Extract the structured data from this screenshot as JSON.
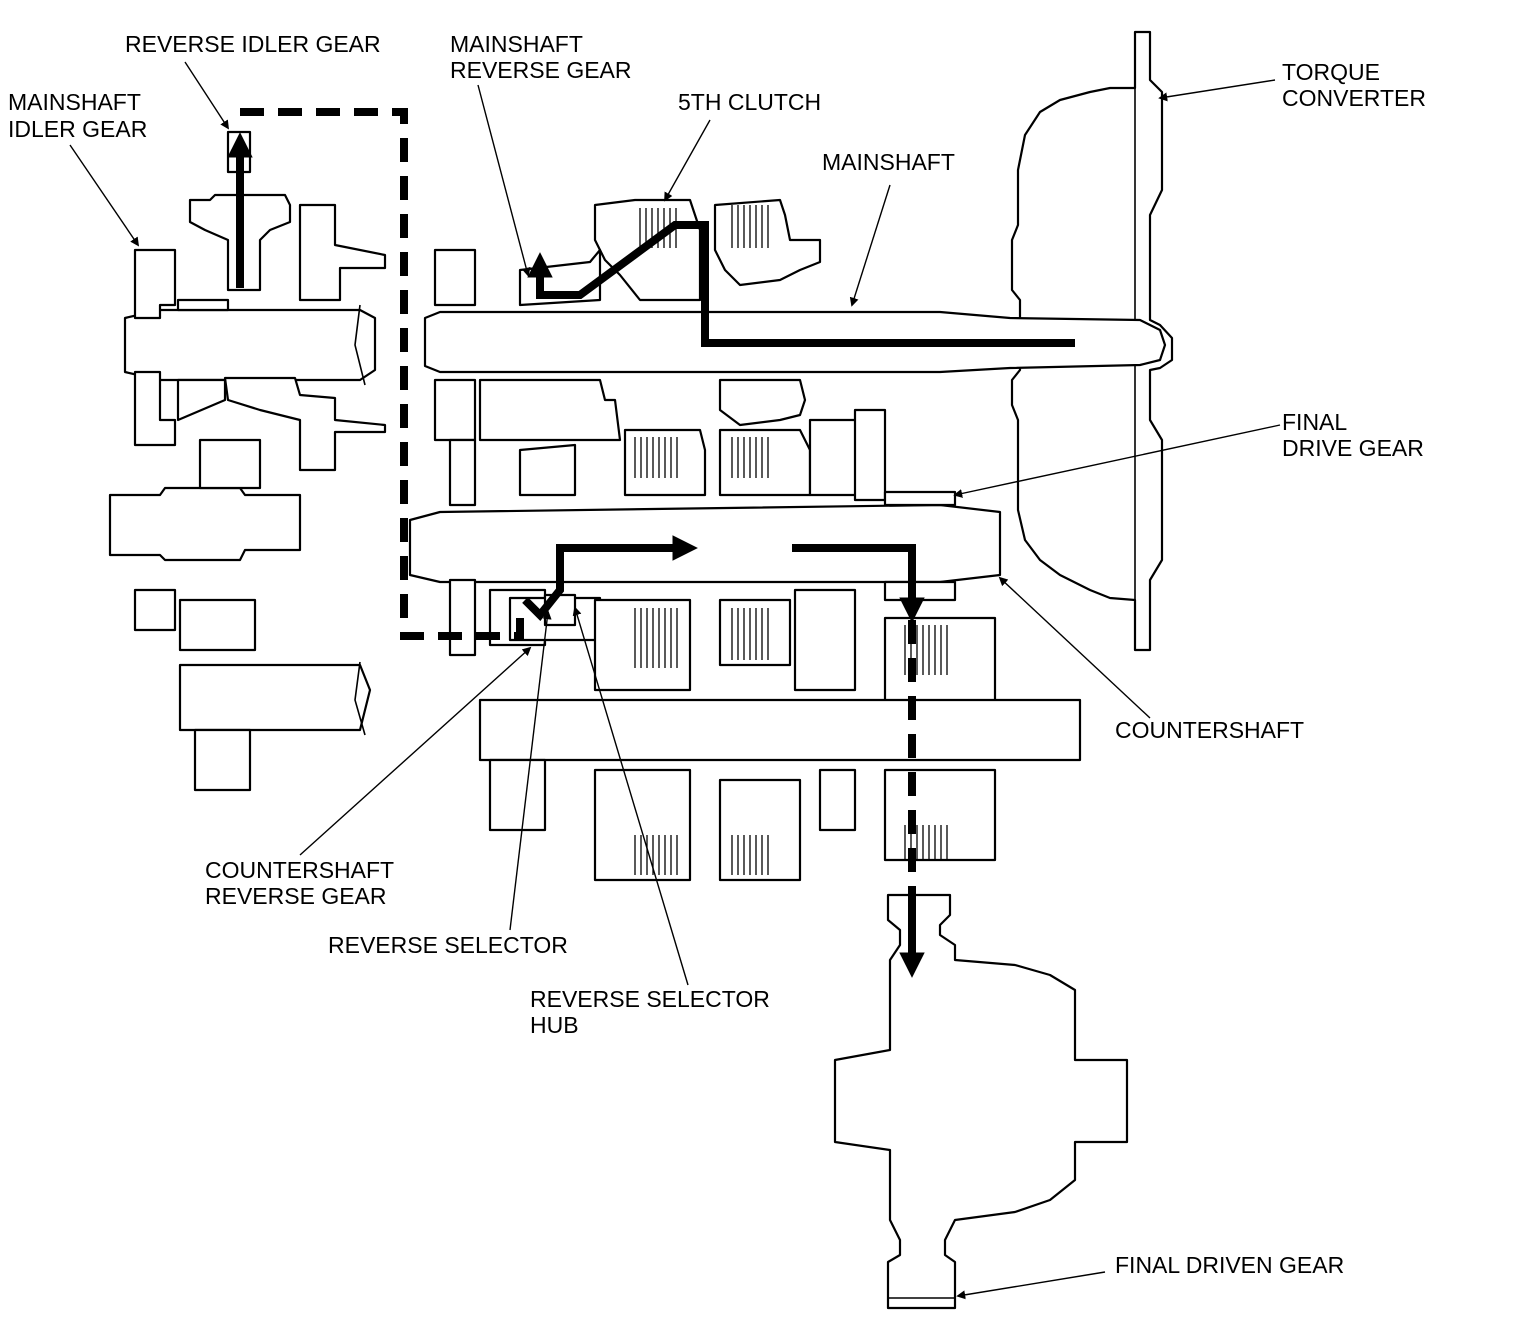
{
  "labels": {
    "reverse_idler_gear": "REVERSE IDLER GEAR",
    "mainshaft_idler_gear": [
      "MAINSHAFT",
      "IDLER GEAR"
    ],
    "mainshaft_reverse_gear": [
      "MAINSHAFT",
      "REVERSE GEAR"
    ],
    "fifth_clutch": "5TH CLUTCH",
    "mainshaft": "MAINSHAFT",
    "torque_converter": [
      "TORQUE",
      "CONVERTER"
    ],
    "final_drive_gear": [
      "FINAL",
      "DRIVE GEAR"
    ],
    "countershaft": "COUNTERSHAFT",
    "countershaft_reverse_gear": [
      "COUNTERSHAFT",
      "REVERSE GEAR"
    ],
    "reverse_selector": "REVERSE SELECTOR",
    "reverse_selector_hub": [
      "REVERSE SELECTOR",
      "HUB"
    ],
    "final_driven_gear": "FINAL DRIVEN GEAR"
  }
}
